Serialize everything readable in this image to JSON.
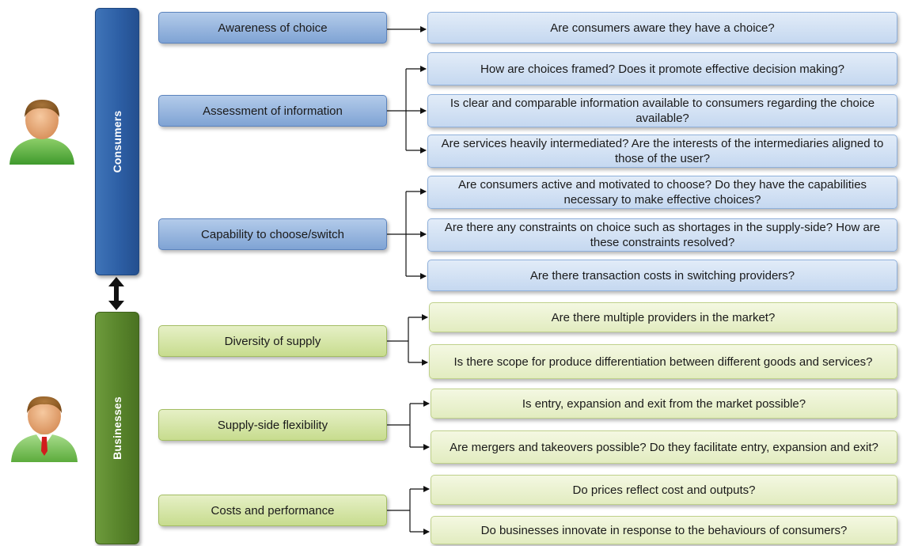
{
  "consumers": {
    "label": "Consumers",
    "categories": [
      {
        "label": "Awareness of choice",
        "questions": [
          "Are consumers aware they have  a choice?"
        ]
      },
      {
        "label": "Assessment of information",
        "questions": [
          "How are choices framed? Does it promote effective decision making?",
          "Is clear and comparable information available to consumers regarding the choice available?",
          "Are services heavily intermediated? Are the interests of the intermediaries aligned to those of the user?"
        ]
      },
      {
        "label": "Capability to choose/switch",
        "questions": [
          "Are consumers active and motivated to choose?  Do they have the capabilities necessary to make effective choices?",
          "Are there any constraints on choice such as shortages in the supply-side? How are these constraints resolved?",
          "Are there transaction costs in switching providers?"
        ]
      }
    ]
  },
  "businesses": {
    "label": "Businesses",
    "categories": [
      {
        "label": "Diversity of supply",
        "questions": [
          "Are there multiple providers  in the market?",
          "Is there scope for produce differentiation  between different goods and services?"
        ]
      },
      {
        "label": "Supply-side flexibility",
        "questions": [
          "Is entry, expansion and exit from the market possible?",
          "Are mergers and takeovers  possible? Do they facilitate entry, expansion and exit?"
        ]
      },
      {
        "label": "Costs and performance",
        "questions": [
          "Do prices reflect cost and outputs?",
          "Do businesses innovate in response to the behaviours  of consumers?"
        ]
      }
    ]
  },
  "icons": {
    "consumer": "person-avatar-icon",
    "business": "businessman-avatar-icon",
    "link": "double-arrow-icon"
  },
  "colors": {
    "consumers_bar": "#2d5fa5",
    "businesses_bar": "#58842b",
    "consumer_box": "#c5d8f0",
    "business_box": "#e2ecc0"
  }
}
